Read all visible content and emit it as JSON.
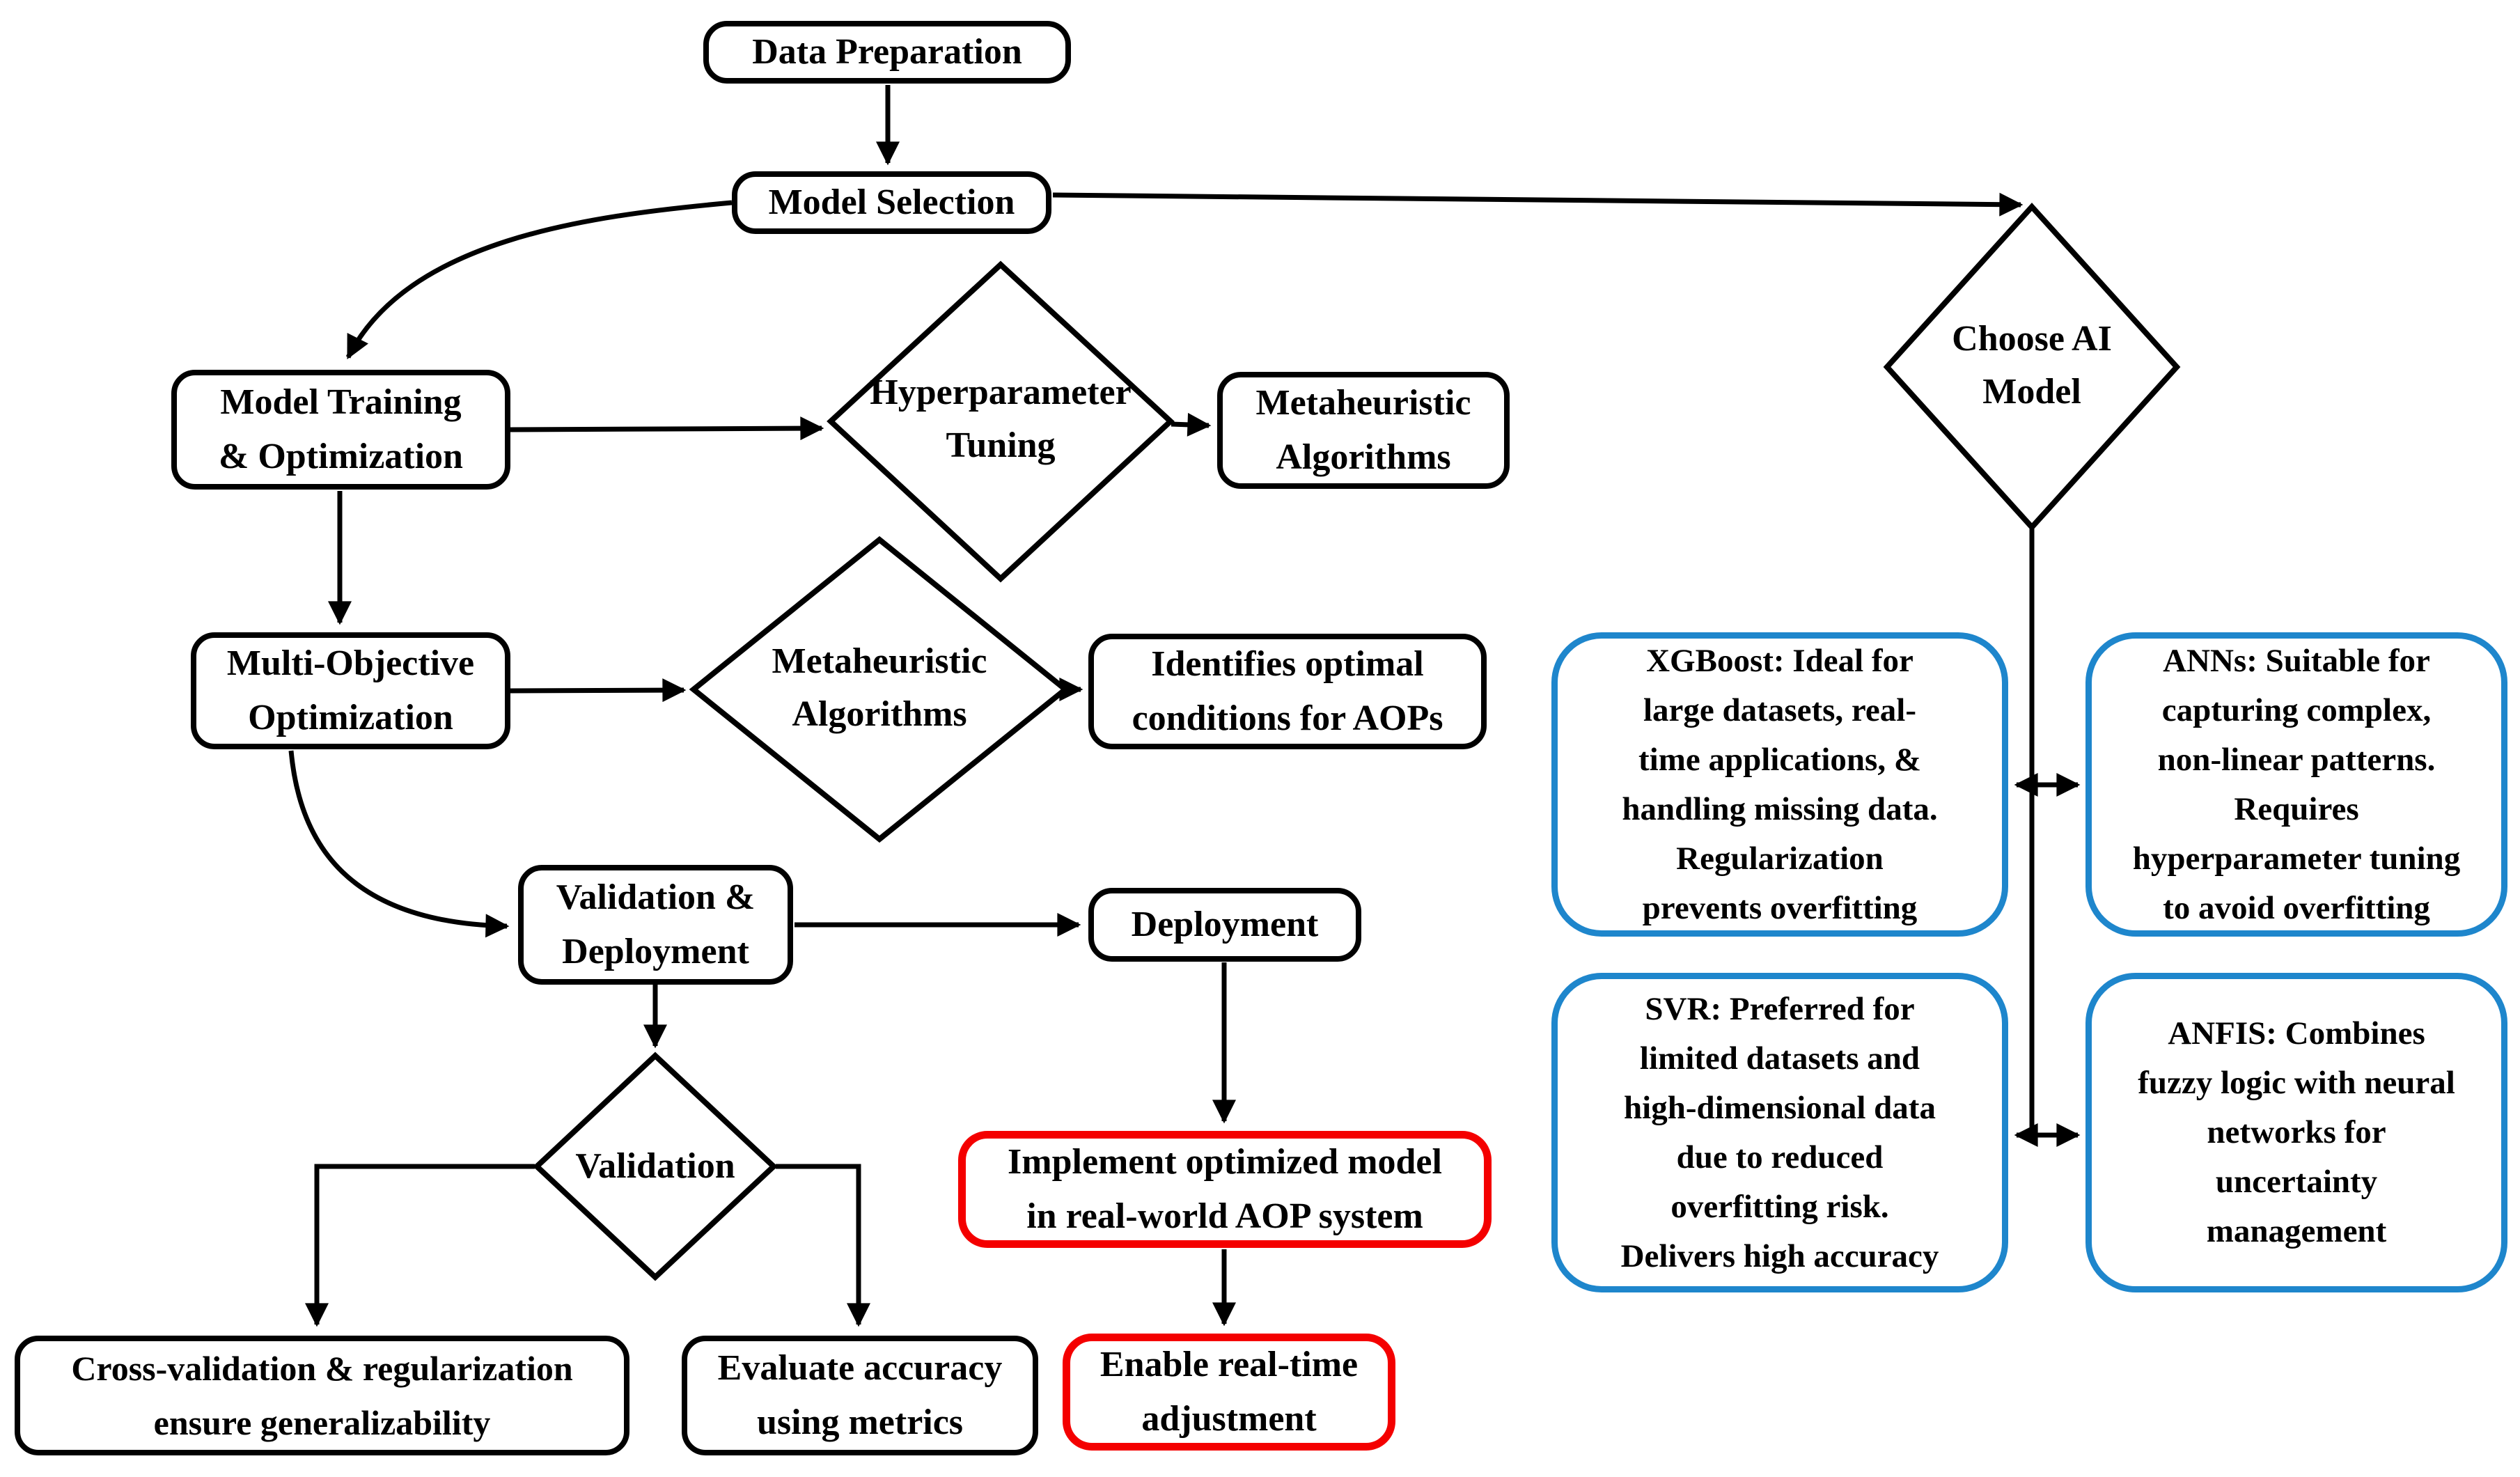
{
  "figure": {
    "type": "flowchart",
    "background": "#ffffff",
    "colors": {
      "line": "#000000",
      "process_border": "#000000",
      "highlight_border": "#f40000",
      "ai_model_border": "#1e86cc",
      "text": "#000000"
    }
  },
  "nodes": {
    "data_preparation": {
      "kind": "process",
      "lines": [
        "Data Preparation"
      ]
    },
    "model_selection": {
      "kind": "process",
      "lines": [
        "Model Selection"
      ]
    },
    "model_training": {
      "kind": "process",
      "lines": [
        "Model Training",
        "& Optimization"
      ]
    },
    "hyperparameter_tuning": {
      "kind": "decision",
      "lines": [
        "Hyperparameter",
        "Tuning"
      ]
    },
    "metaheuristic_box": {
      "kind": "process",
      "lines": [
        "Metaheuristic",
        "Algorithms"
      ]
    },
    "multi_objective": {
      "kind": "process",
      "lines": [
        "Multi-Objective",
        "Optimization"
      ]
    },
    "metaheuristic_decision": {
      "kind": "decision",
      "lines": [
        "Metaheuristic",
        "Algorithms"
      ]
    },
    "identifies_optimal": {
      "kind": "process",
      "lines": [
        "Identifies optimal",
        "conditions for AOPs"
      ]
    },
    "validation_deployment": {
      "kind": "process",
      "lines": [
        "Validation &",
        "Deployment"
      ]
    },
    "deployment": {
      "kind": "process",
      "lines": [
        "Deployment"
      ]
    },
    "validation": {
      "kind": "decision",
      "lines": [
        "Validation"
      ]
    },
    "cross_validation": {
      "kind": "process",
      "lines": [
        "Cross-validation & regularization",
        "ensure generalizability"
      ]
    },
    "evaluate_accuracy": {
      "kind": "process",
      "lines": [
        "Evaluate accuracy",
        "using metrics"
      ]
    },
    "implement_model": {
      "kind": "highlight",
      "lines": [
        "Implement optimized model",
        "in real-world AOP system"
      ]
    },
    "enable_realtime": {
      "kind": "highlight",
      "lines": [
        "Enable real-time",
        "adjustment"
      ]
    },
    "choose_ai_model": {
      "kind": "decision",
      "lines": [
        "Choose AI",
        "Model"
      ]
    },
    "xgboost": {
      "kind": "ai-model",
      "lines": [
        "XGBoost: Ideal for",
        "large datasets, real-",
        "time applications, &",
        "handling missing data.",
        "Regularization",
        "prevents overfitting"
      ]
    },
    "anns": {
      "kind": "ai-model",
      "lines": [
        "ANNs: Suitable for",
        "capturing complex,",
        "non-linear patterns.",
        "Requires",
        "hyperparameter tuning",
        "to avoid overfitting"
      ]
    },
    "svr": {
      "kind": "ai-model",
      "lines": [
        "SVR: Preferred for",
        "limited datasets and",
        "high-dimensional data",
        "due to reduced",
        "overfitting risk.",
        "Delivers high accuracy"
      ]
    },
    "anfis": {
      "kind": "ai-model",
      "lines": [
        "ANFIS: Combines",
        "fuzzy logic with neural",
        "networks for",
        "uncertainty",
        "management"
      ]
    }
  },
  "edges": [
    {
      "from": "data_preparation",
      "to": "model_selection",
      "style": "arrow"
    },
    {
      "from": "model_selection",
      "to": "model_training",
      "style": "curved-arrow"
    },
    {
      "from": "model_selection",
      "to": "choose_ai_model",
      "style": "arrow"
    },
    {
      "from": "model_training",
      "to": "hyperparameter_tuning",
      "style": "arrow"
    },
    {
      "from": "hyperparameter_tuning",
      "to": "metaheuristic_box",
      "style": "arrow"
    },
    {
      "from": "model_training",
      "to": "multi_objective",
      "style": "arrow"
    },
    {
      "from": "multi_objective",
      "to": "metaheuristic_decision",
      "style": "arrow"
    },
    {
      "from": "metaheuristic_decision",
      "to": "identifies_optimal",
      "style": "arrow"
    },
    {
      "from": "multi_objective",
      "to": "validation_deployment",
      "style": "curved-arrow"
    },
    {
      "from": "validation_deployment",
      "to": "deployment",
      "style": "arrow"
    },
    {
      "from": "validation_deployment",
      "to": "validation",
      "style": "arrow"
    },
    {
      "from": "validation",
      "to": "cross_validation",
      "style": "elbow-arrow"
    },
    {
      "from": "validation",
      "to": "evaluate_accuracy",
      "style": "elbow-arrow"
    },
    {
      "from": "deployment",
      "to": "implement_model",
      "style": "arrow"
    },
    {
      "from": "implement_model",
      "to": "enable_realtime",
      "style": "arrow"
    },
    {
      "from": "choose_ai_model",
      "to": "xgboost-anns-row",
      "style": "double-arrow"
    },
    {
      "from": "choose_ai_model",
      "to": "svr-anfis-row",
      "style": "double-arrow"
    }
  ]
}
